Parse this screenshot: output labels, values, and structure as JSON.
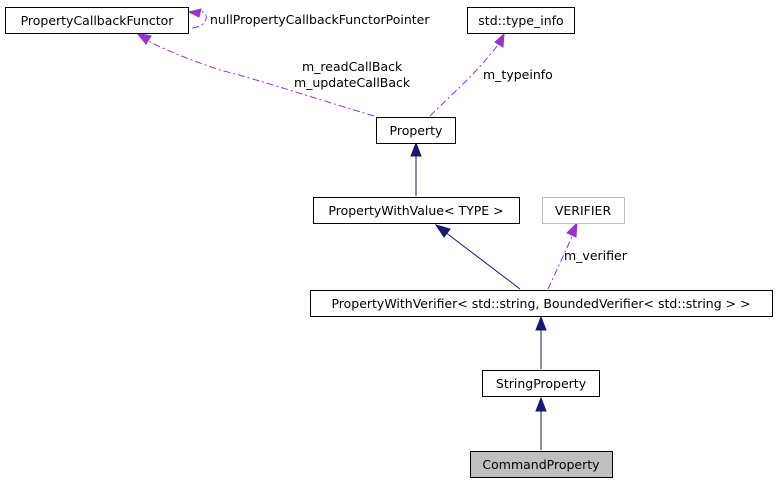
{
  "diagram": {
    "nodes": {
      "property_callback_functor": "PropertyCallbackFunctor",
      "type_info": "std::type_info",
      "property": "Property",
      "property_with_value": "PropertyWithValue< TYPE >",
      "verifier": "VERIFIER",
      "property_with_verifier": "PropertyWithVerifier< std::string, BoundedVerifier< std::string > >",
      "string_property": "StringProperty",
      "command_property": "CommandProperty"
    },
    "edge_labels": {
      "null_pointer": "nullPropertyCallbackFunctorPointer",
      "read_callback": "m_readCallBack",
      "update_callback": "m_updateCallBack",
      "typeinfo": "m_typeinfo",
      "verifier": "m_verifier"
    },
    "colors": {
      "inheritance_edge": "#191970",
      "usage_edge": "#9a32cd",
      "highlight_fill": "#bfbfbf",
      "external_border": "#bfbfbf"
    }
  }
}
